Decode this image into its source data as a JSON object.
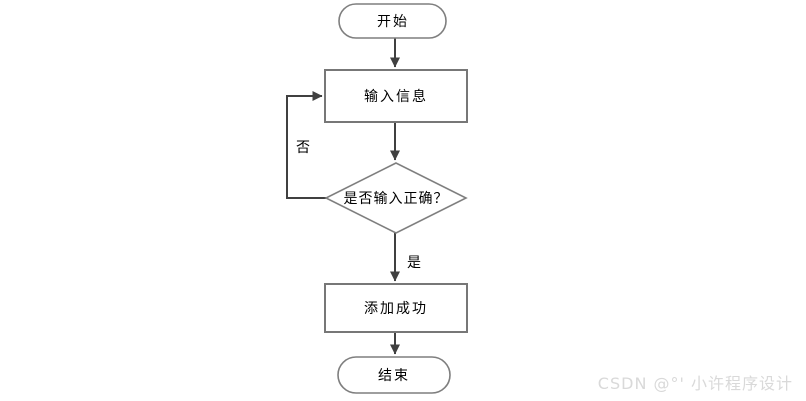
{
  "flowchart": {
    "title": "add-record-flow",
    "nodes": {
      "start": {
        "label": "开始",
        "type": "terminator"
      },
      "input": {
        "label": "输入信息",
        "type": "process"
      },
      "decision": {
        "label": "是否输入正确？",
        "type": "decision"
      },
      "success": {
        "label": "添加成功",
        "type": "process"
      },
      "end": {
        "label": "结束",
        "type": "terminator"
      }
    },
    "edge_labels": {
      "yes": "是",
      "no": "否"
    },
    "colors": {
      "background": "#ffffff",
      "shape_border": "#7f7f7f",
      "process_border": "#777777",
      "arrow": "#404040",
      "text": "#000000"
    }
  },
  "watermark": {
    "text": "CSDN @°' 小许程序设计",
    "color": "#d9d9d9"
  }
}
